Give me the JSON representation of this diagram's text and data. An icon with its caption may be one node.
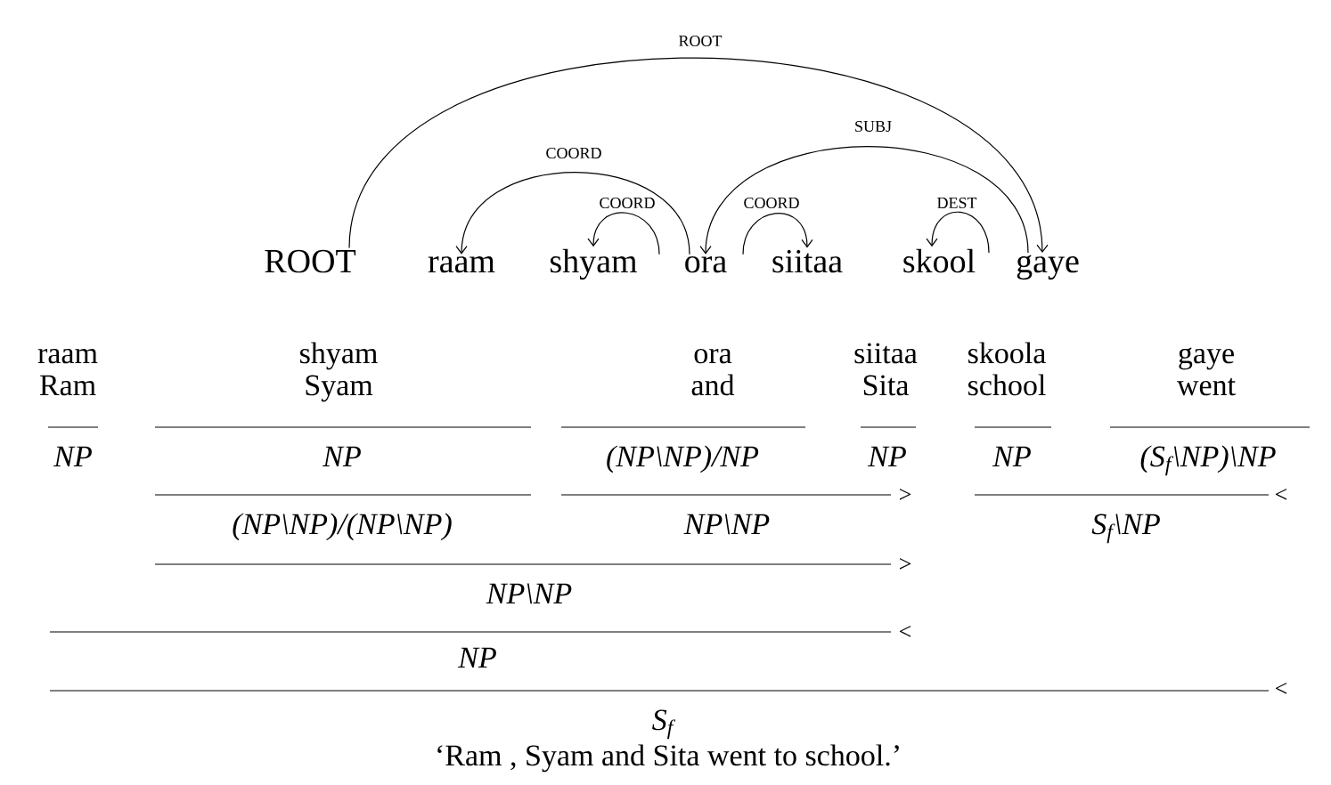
{
  "diagram": {
    "caption": "‘Ram , Syam and Sita went to school.’",
    "nodes": [
      {
        "text": [
          "ROOT"
        ]
      },
      {
        "text": [
          "raam"
        ]
      },
      {
        "text": [
          "shyam"
        ]
      },
      {
        "text": [
          "ora"
        ]
      },
      {
        "text": [
          "siitaa"
        ]
      },
      {
        "text": [
          "skool"
        ]
      },
      {
        "text": [
          "gaye"
        ]
      }
    ],
    "edges": [
      {
        "from": 0,
        "to": 6,
        "arrow": "to",
        "label": "ROOT"
      },
      {
        "from": 3,
        "to": 1,
        "arrow": "to",
        "label": "COORD"
      },
      {
        "from": 6,
        "to": 3,
        "arrow": "to",
        "label": "SUBJ"
      },
      {
        "from": 3,
        "to": 2,
        "arrow": "to",
        "label": "COORD"
      },
      {
        "from": 3,
        "to": 4,
        "arrow": "to",
        "label": "COORD"
      },
      {
        "from": 6,
        "to": 5,
        "arrow": "to",
        "label": "DEST"
      }
    ],
    "labels": [
      "raam",
      "shyam",
      "ora",
      "siitaa",
      "skoola",
      "gaye",
      "Ram",
      "Syam",
      "and",
      "Sita",
      "school",
      "went",
      "NP",
      "NP",
      "(NP\\NP)/NP",
      "NP",
      "NP",
      "(S$_{f}$\\NP)\\NP",
      ">",
      "<",
      "(NP\\NP)/(NP\\NP)",
      "NP\\NP",
      "S$_{f}$\\NP",
      ">",
      "NP\\NP",
      "<",
      "NP",
      "<",
      "S$_{f}$"
    ]
  }
}
